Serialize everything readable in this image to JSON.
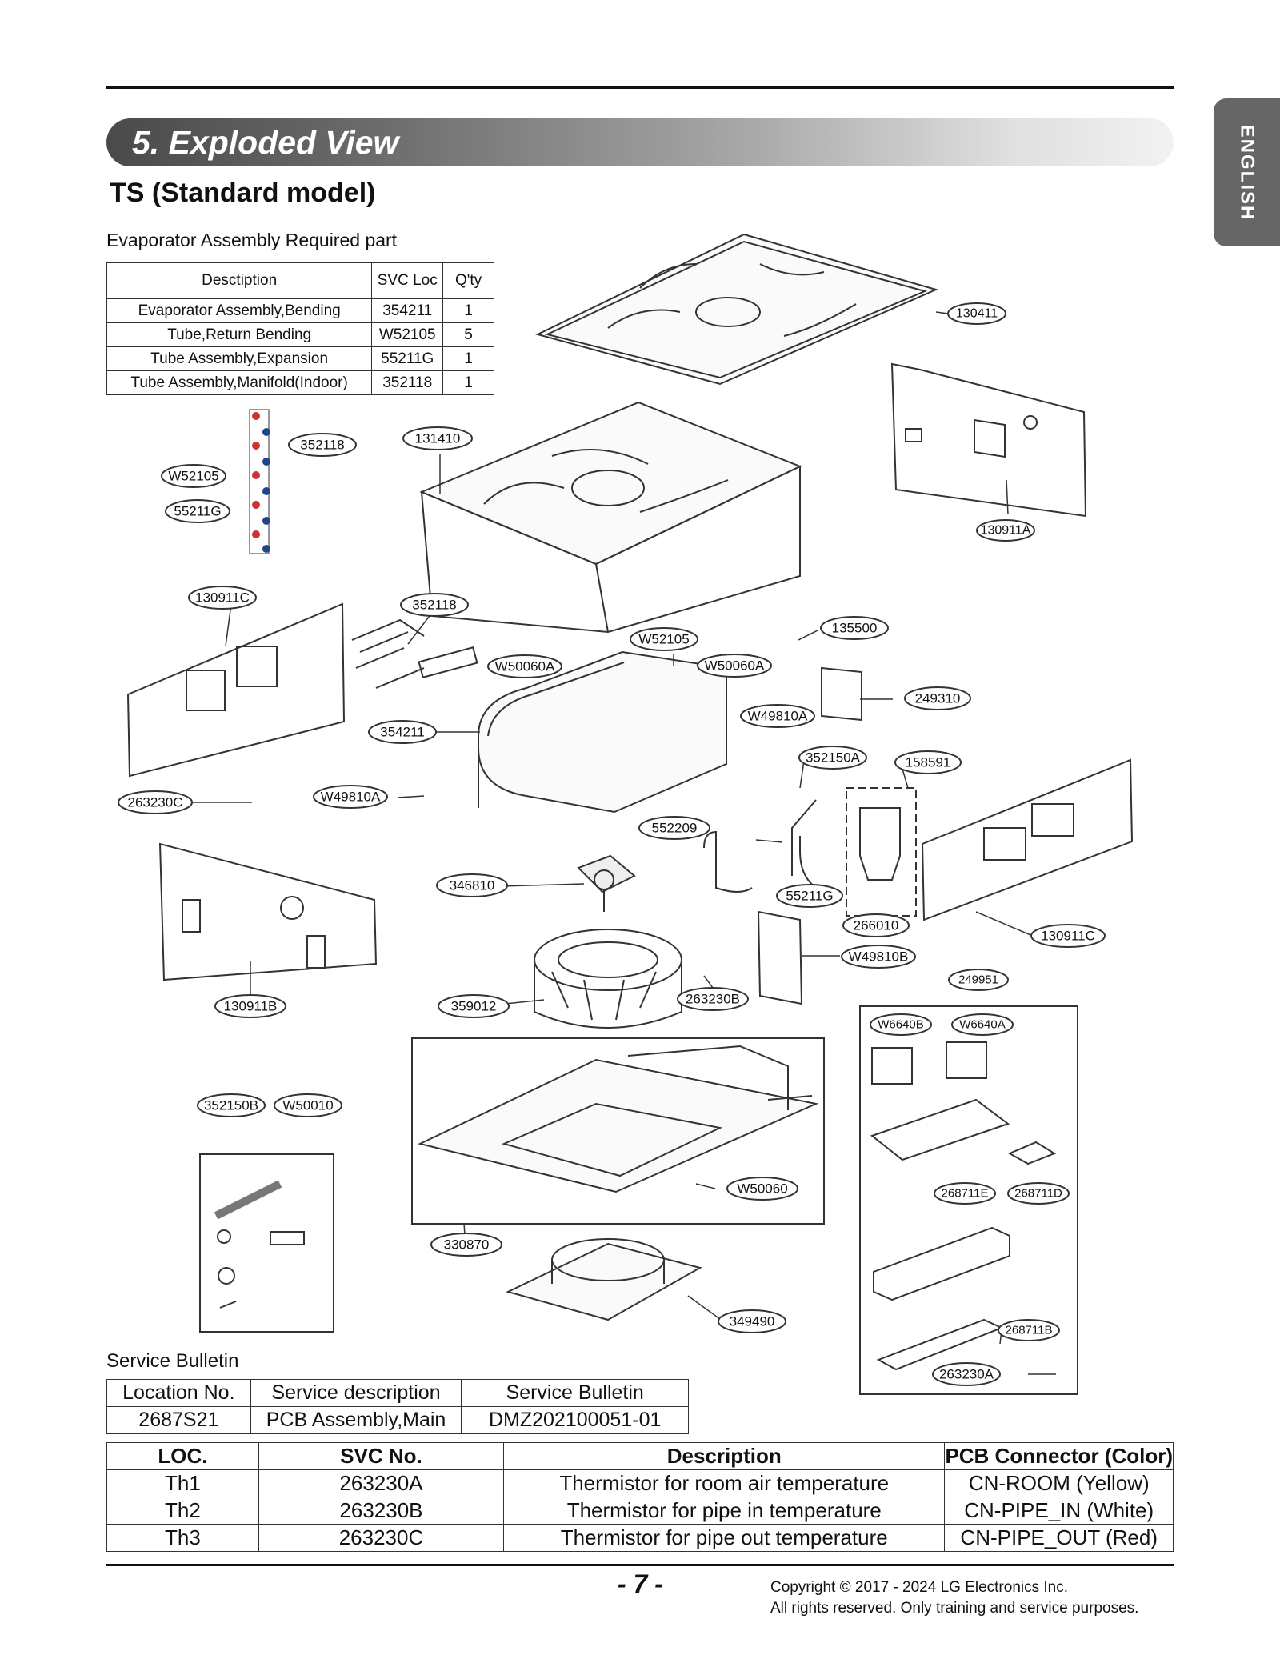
{
  "section": {
    "title": "5. Exploded View"
  },
  "language_tab": "ENGLISH",
  "model_title": "TS (Standard model)",
  "required_parts": {
    "caption": "Evaporator Assembly Required part",
    "headers": [
      "Desctiption",
      "SVC Loc",
      "Q'ty"
    ],
    "rows": [
      [
        "Evaporator Assembly,Bending",
        "354211",
        "1"
      ],
      [
        "Tube,Return Bending",
        "W52105",
        "5"
      ],
      [
        "Tube Assembly,Expansion",
        "55211G",
        "1"
      ],
      [
        "Tube Assembly,Manifold(Indoor)",
        "352118",
        "1"
      ]
    ]
  },
  "callouts": {
    "c130411": "130411",
    "c130911A": "130911A",
    "c352118a": "352118",
    "cW52105a": "W52105",
    "c55211Ga": "55211G",
    "c131410": "131410",
    "c130911C_left": "130911C",
    "c352118b": "352118",
    "cW52105b": "W52105",
    "cW50060A_left": "W50060A",
    "cW50060A_right": "W50060A",
    "c135500": "135500",
    "c249310": "249310",
    "cW49810A_top": "W49810A",
    "c354211": "354211",
    "c352150A": "352150A",
    "c158591": "158591",
    "c263230C": "263230C",
    "cW49810A_left": "W49810A",
    "c552209": "552209",
    "c346810": "346810",
    "c55211Gb": "55211G",
    "c266010": "266010",
    "c130911C_right": "130911C",
    "cW49810B": "W49810B",
    "c249951": "249951",
    "c130911B": "130911B",
    "c359012": "359012",
    "c263230B": "263230B",
    "cW6640B": "W6640B",
    "cW6640A": "W6640A",
    "c352150B": "352150B",
    "cW50010": "W50010",
    "cW50060": "W50060",
    "c268711E": "268711E",
    "c268711D": "268711D",
    "c330870": "330870",
    "c349490": "349490",
    "c268711B": "268711B",
    "c263230A": "263230A"
  },
  "service_bulletin": {
    "caption": "Service Bulletin",
    "headers": [
      "Location No.",
      "Service description",
      "Service Bulletin"
    ],
    "rows": [
      [
        "2687S21",
        "PCB Assembly,Main",
        "DMZ202100051-01"
      ]
    ]
  },
  "thermistors": {
    "headers": [
      "LOC.",
      "SVC No.",
      "Description",
      "PCB Connector (Color)"
    ],
    "rows": [
      [
        "Th1",
        "263230A",
        "Thermistor for room air temperature",
        "CN-ROOM (Yellow)"
      ],
      [
        "Th2",
        "263230B",
        "Thermistor for pipe in temperature",
        "CN-PIPE_IN (White)"
      ],
      [
        "Th3",
        "263230C",
        "Thermistor for pipe out temperature",
        "CN-PIPE_OUT (Red)"
      ]
    ]
  },
  "footer": {
    "page": "- 7 -",
    "copyright1": "Copyright © 2017 - 2024 LG Electronics Inc.",
    "copyright2": "All rights reserved. Only training and service purposes."
  }
}
